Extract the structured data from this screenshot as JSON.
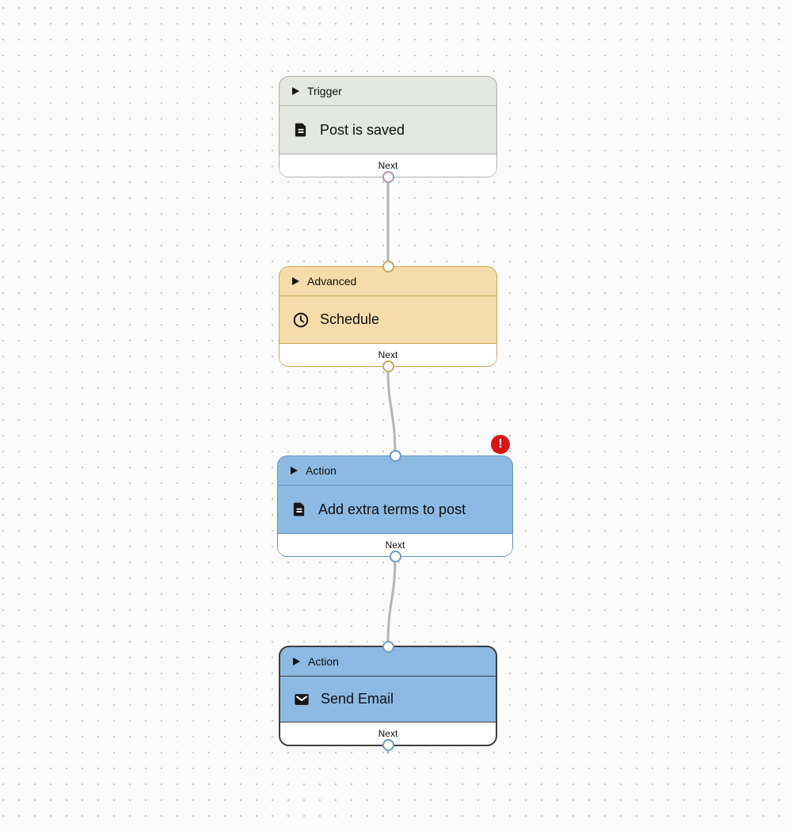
{
  "canvas": {
    "background_color": "#fafafa",
    "dot_color": "#c8c8c8",
    "connection_color": "#b5b3b7"
  },
  "nodes": [
    {
      "category": "Trigger",
      "title": "Post is saved",
      "icon": "document-icon",
      "footer_label": "Next",
      "selected": false,
      "has_error": false,
      "colors": {
        "bg": "#e3e6e1",
        "border": "#a9b2a6",
        "port": "#b492b4"
      }
    },
    {
      "category": "Advanced",
      "title": "Schedule",
      "icon": "clock-icon",
      "footer_label": "Next",
      "selected": false,
      "has_error": false,
      "colors": {
        "bg": "#f6dcaa",
        "border": "#cda551",
        "port": "#c8a55a"
      }
    },
    {
      "category": "Action",
      "title": "Add extra terms to post",
      "icon": "document-icon",
      "footer_label": "Next",
      "selected": false,
      "has_error": true,
      "error_badge": "!",
      "error_color": "#da1515",
      "colors": {
        "bg": "#8dbae3",
        "border": "#5f93c6",
        "port": "#6a9bcb"
      }
    },
    {
      "category": "Action",
      "title": "Send Email",
      "icon": "email-icon",
      "footer_label": "Next",
      "selected": true,
      "has_error": false,
      "colors": {
        "bg": "#8dbae3",
        "border": "#3e3e3e",
        "port": "#6a9bcb"
      }
    }
  ]
}
